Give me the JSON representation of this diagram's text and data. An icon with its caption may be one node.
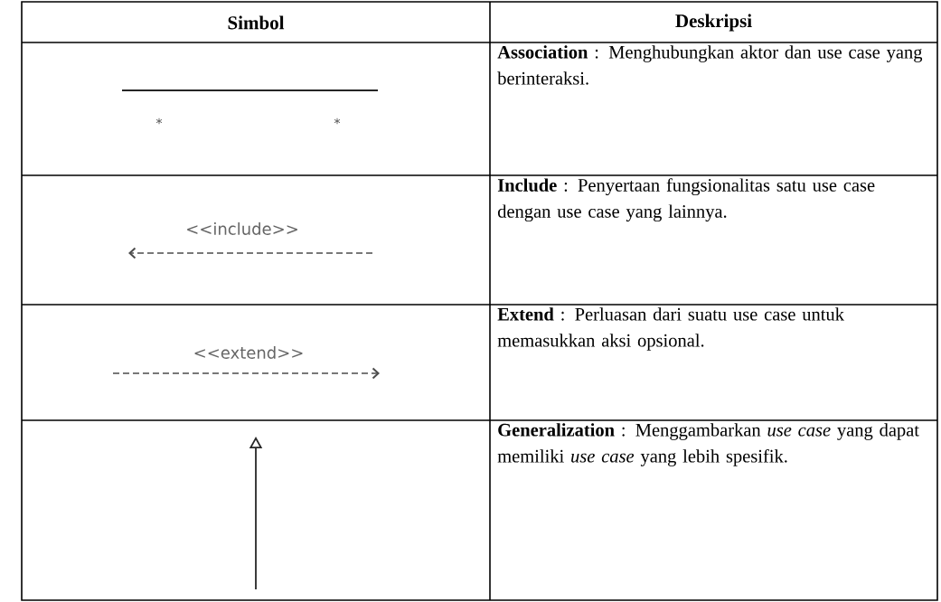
{
  "diagram": {
    "labels": [
      "Simbol",
      "Deskripsi",
      "*",
      "*",
      "**Association** : Menghubungkan aktor dan use case yang berinteraksi.",
      "<<include>>",
      "**Include** : Penyertaan fungsionalitas satu use case dengan use case yang lainnya.",
      "<<extend>>",
      "**Extend** : Perluasan dari suatu use case untuk memasukkan aksi opsional.",
      "**Generalization** : Menggambarkan *use case* yang dapat memiliki *use case* yang lebih spesifik."
    ]
  }
}
